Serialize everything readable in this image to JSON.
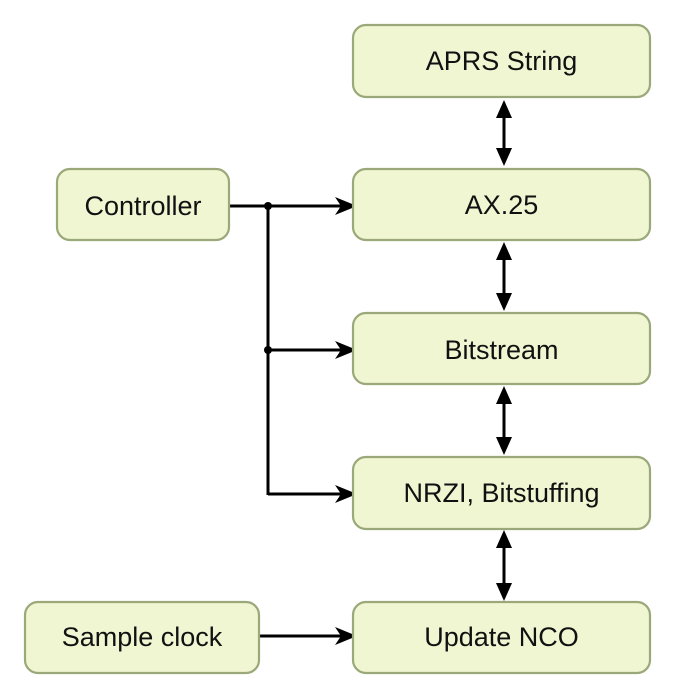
{
  "nodes": {
    "aprs_string": "APRS String",
    "ax25": "AX.25",
    "bitstream": "Bitstream",
    "nrzi": "NRZI, Bitstuffing",
    "update_nco": "Update NCO",
    "controller": "Controller",
    "sample_clock": "Sample clock"
  },
  "edges": [
    {
      "from": "aprs_string",
      "to": "ax25",
      "direction": "bidirectional"
    },
    {
      "from": "ax25",
      "to": "bitstream",
      "direction": "bidirectional"
    },
    {
      "from": "bitstream",
      "to": "nrzi",
      "direction": "bidirectional"
    },
    {
      "from": "nrzi",
      "to": "update_nco",
      "direction": "bidirectional"
    },
    {
      "from": "controller",
      "to": "ax25",
      "direction": "forward"
    },
    {
      "from": "controller",
      "to": "bitstream",
      "direction": "forward"
    },
    {
      "from": "controller",
      "to": "nrzi",
      "direction": "forward"
    },
    {
      "from": "sample_clock",
      "to": "update_nco",
      "direction": "forward"
    }
  ],
  "colors": {
    "box_fill": "#f0f5d2",
    "box_stroke": "#9aa87a",
    "line": "#000000"
  }
}
